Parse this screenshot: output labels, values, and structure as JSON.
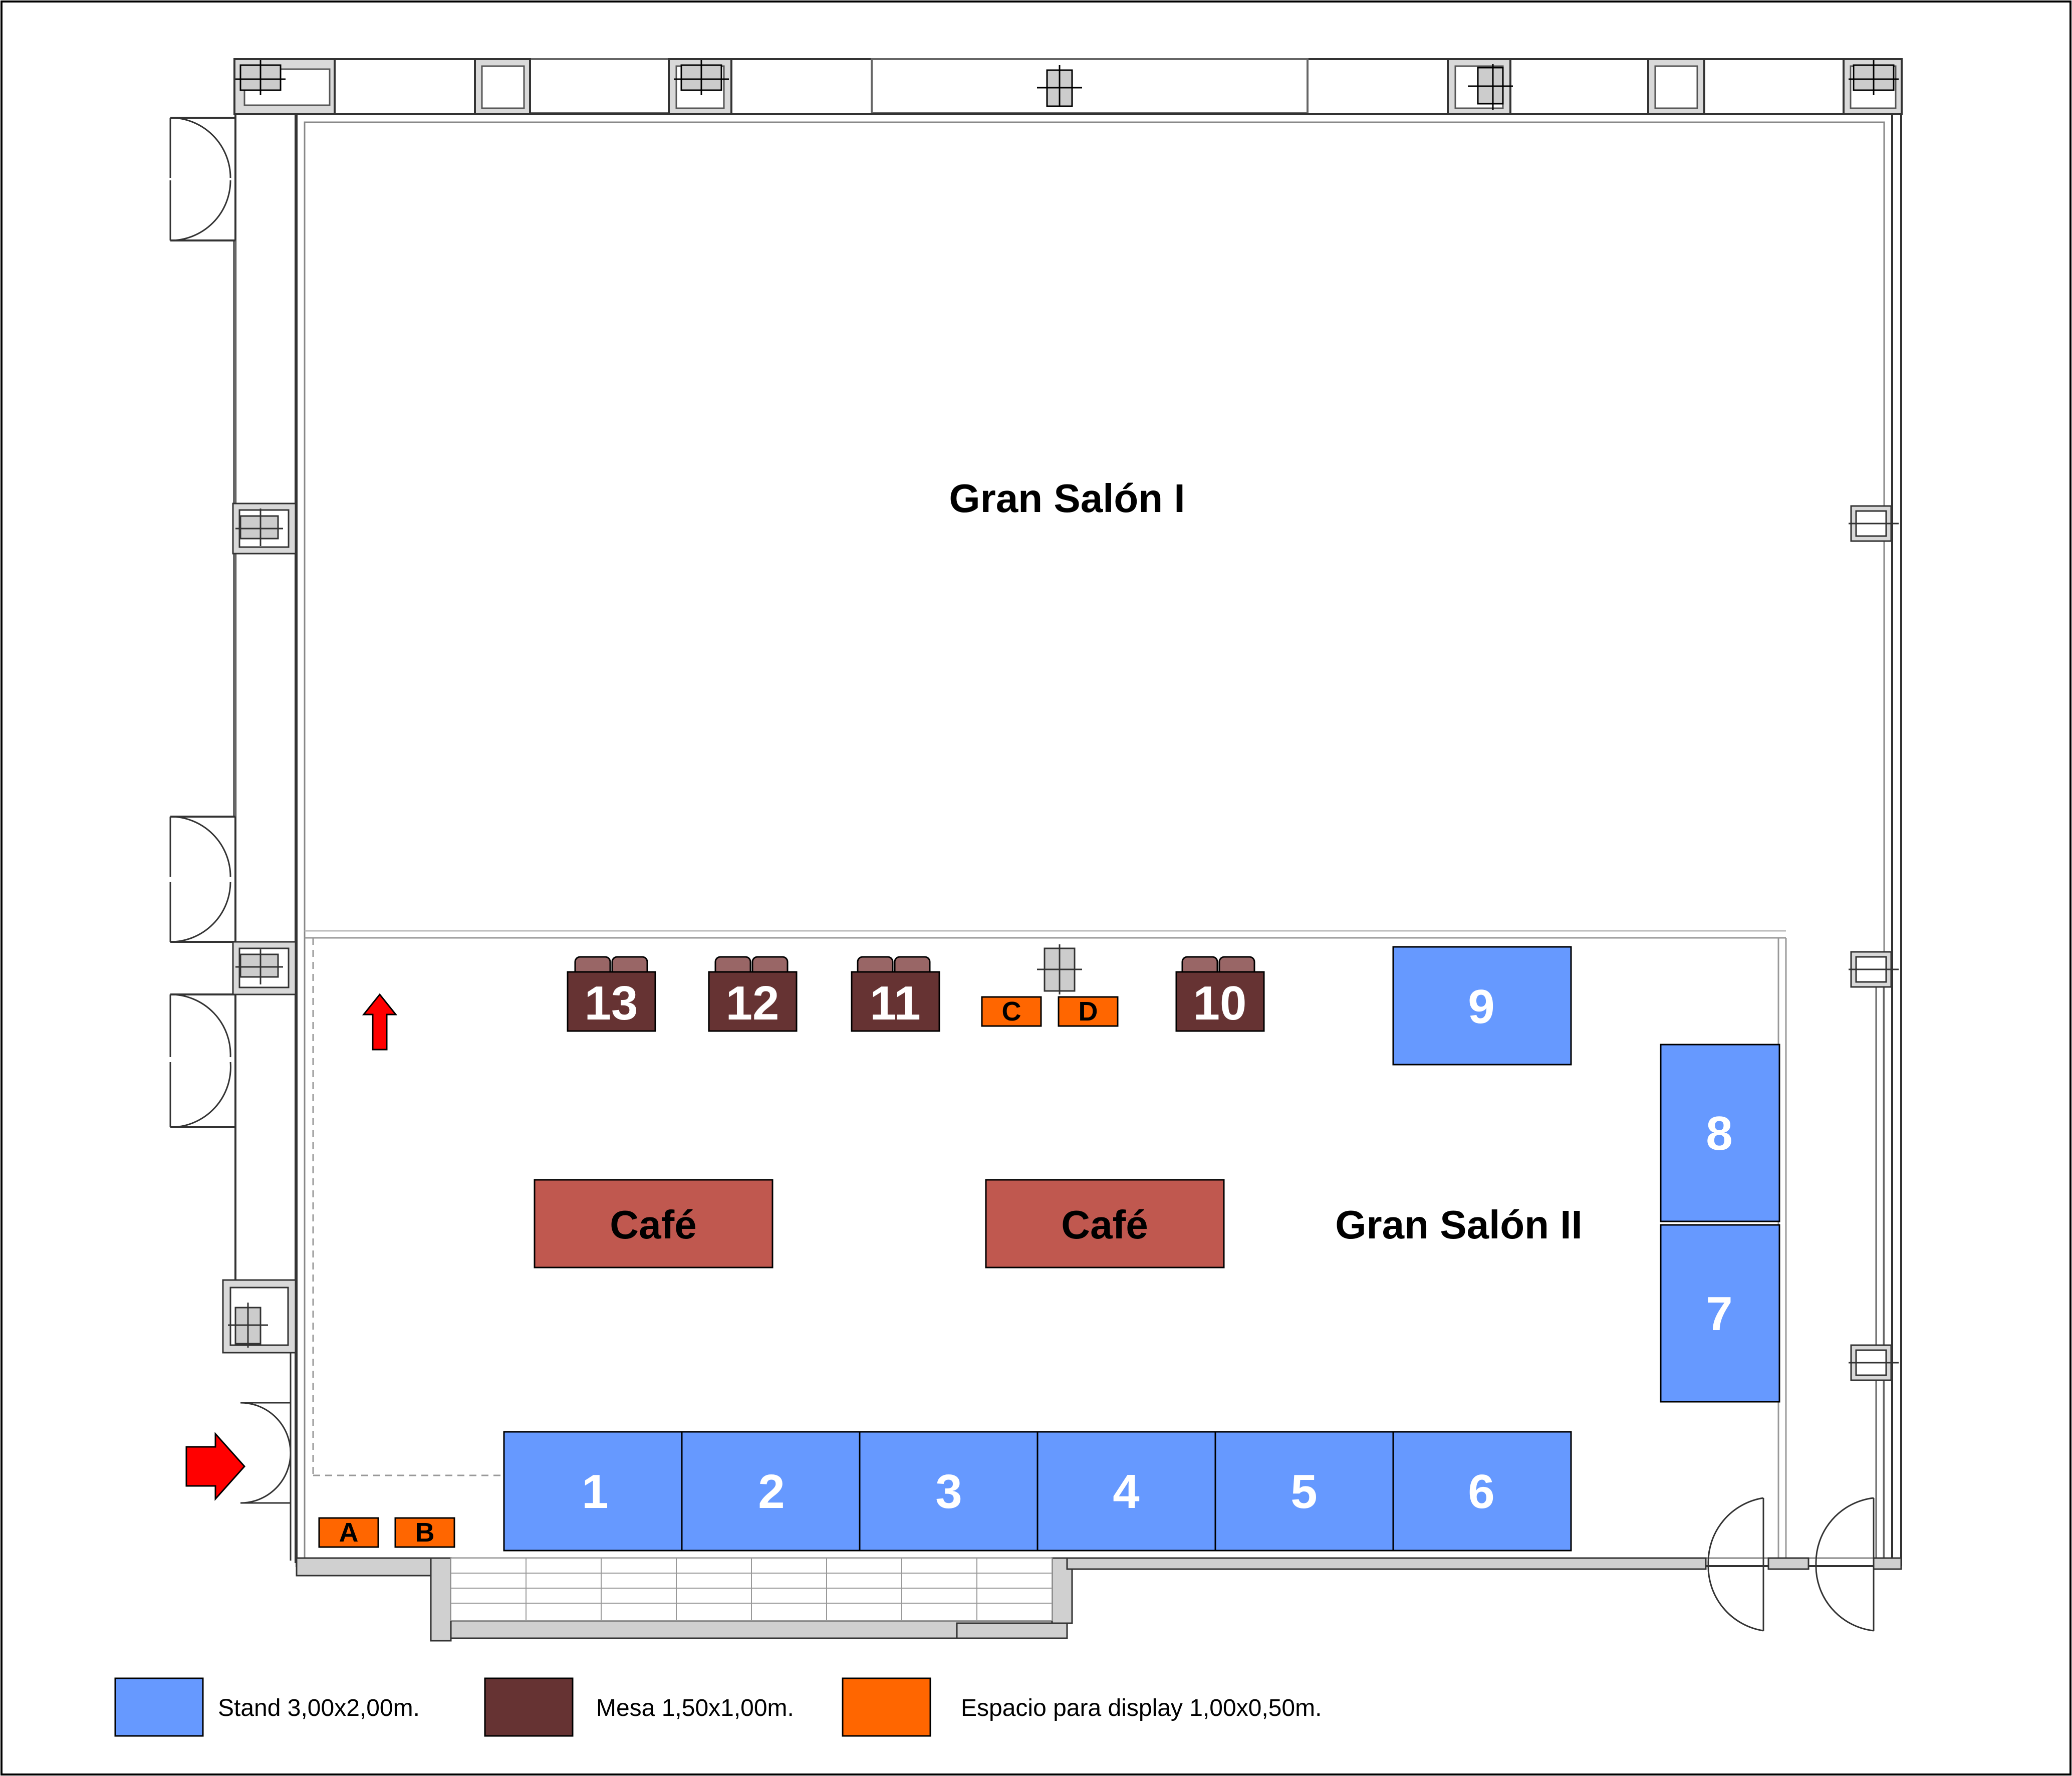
{
  "rooms": {
    "salon_1": "Gran Salón I",
    "salon_2": "Gran Salón II"
  },
  "stands": [
    "1",
    "2",
    "3",
    "4",
    "5",
    "6",
    "7",
    "8",
    "9"
  ],
  "mesas": [
    "13",
    "12",
    "11",
    "10"
  ],
  "displays": [
    "A",
    "B",
    "C",
    "D"
  ],
  "cafe": [
    "Café",
    "Café"
  ],
  "legend": {
    "stand": "Stand 3,00x2,00m.",
    "mesa": "Mesa 1,50x1,00m.",
    "display": "Espacio para display 1,00x0,50m."
  },
  "colors": {
    "stand": "#6699ff",
    "mesa": "#663333",
    "display": "#ff6600",
    "cafe": "#c0584f",
    "arrow": "#ff0000",
    "wall": "#b3b3b3"
  },
  "icons": {
    "entrance_arrow": "arrow-right-icon",
    "exit_arrow": "arrow-up-icon"
  }
}
